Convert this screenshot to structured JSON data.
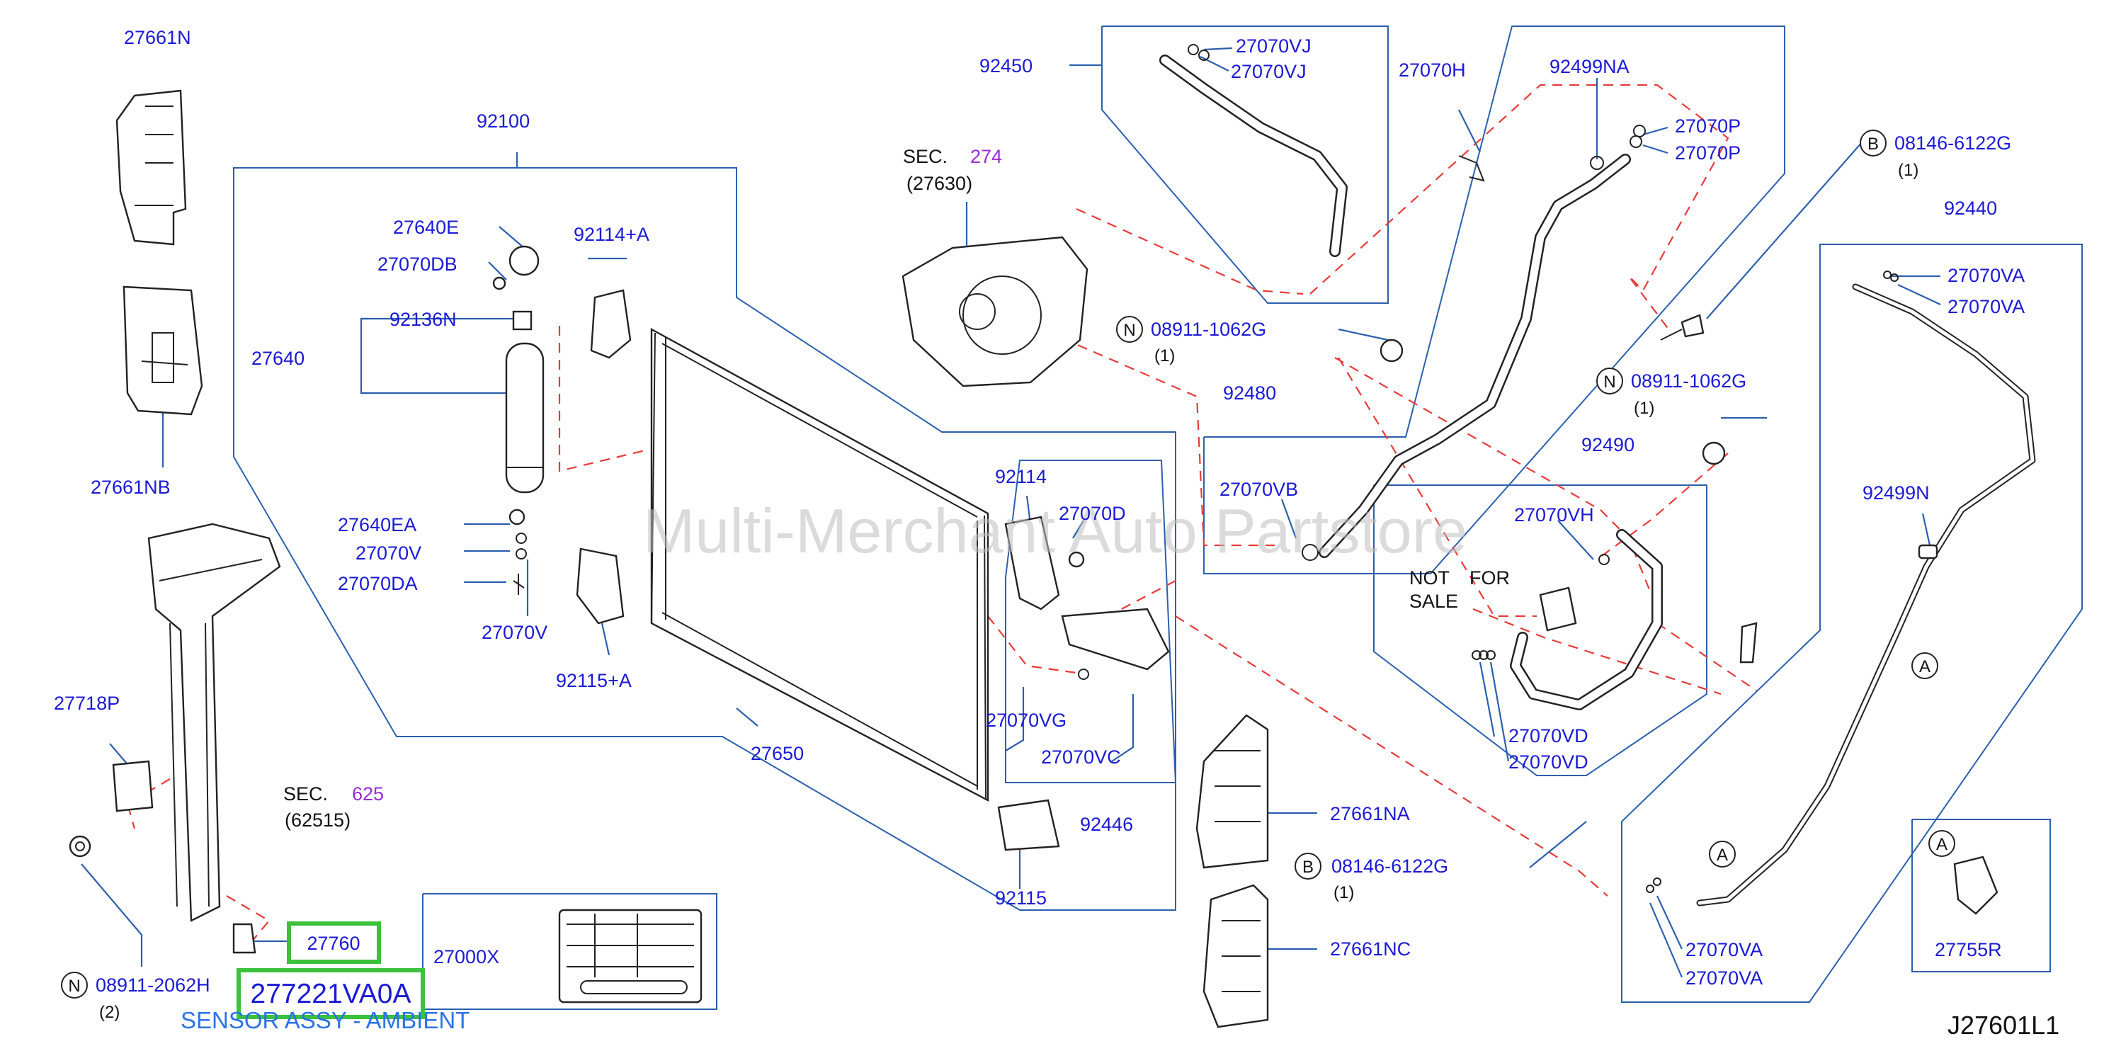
{
  "watermark": "Multi-Merchant Auto Partstore",
  "diagram_code": "J27601L1",
  "highlight": {
    "part_number": "27760",
    "oem_number": "277221VA0A",
    "description": "SENSOR ASSY - AMBIENT"
  },
  "sections": {
    "sec274": {
      "prefix": "SEC.",
      "number": "274",
      "ref": "(27630)"
    },
    "sec625": {
      "prefix": "SEC.",
      "number": "625",
      "ref": "(62515)"
    }
  },
  "not_for_sale": {
    "line1": "NOT",
    "line1b": "FOR",
    "line2": "SALE"
  },
  "callouts": {
    "c27661N": "27661N",
    "c27661NB": "27661NB",
    "c27718P": "27718P",
    "c08911_2062H": "08911-2062H",
    "c08911_2062H_qty": "(2)",
    "c92100": "92100",
    "c27640E": "27640E",
    "c27070DB": "27070DB",
    "c92114A": "92114+A",
    "c92136N": "92136N",
    "c27640": "27640",
    "c27640EA": "27640EA",
    "c27070V_a": "27070V",
    "c27070DA": "27070DA",
    "c27070V_b": "27070V",
    "c92115A": "92115+A",
    "c27650": "27650",
    "c92114": "92114",
    "c27070D": "27070D",
    "c27070VG": "27070VG",
    "c27070VC": "27070VC",
    "c92446": "92446",
    "c92115": "92115",
    "c27000X": "27000X",
    "c92450": "92450",
    "c27070VJ_a": "27070VJ",
    "c27070VJ_b": "27070VJ",
    "c27070H": "27070H",
    "c92499NA": "92499NA",
    "c27070P_a": "27070P",
    "c27070P_b": "27070P",
    "c08146_a": "08146-6122G",
    "c08146_a_qty": "(1)",
    "c08911_1062G_a": "08911-1062G",
    "c08911_1062G_a_qty": "(1)",
    "c92480": "92480",
    "c27070VB": "27070VB",
    "c08911_1062G_b": "08911-1062G",
    "c08911_1062G_b_qty": "(1)",
    "c92490": "92490",
    "c27070VH": "27070VH",
    "c27070VD_a": "27070VD",
    "c27070VD_b": "27070VD",
    "c92440": "92440",
    "c27070VA_1": "27070VA",
    "c27070VA_2": "27070VA",
    "c92499N": "92499N",
    "c27661NA": "27661NA",
    "c08146_b": "08146-6122G",
    "c08146_b_qty": "(1)",
    "c27661NC": "27661NC",
    "c27070VA_3": "27070VA",
    "c27070VA_4": "27070VA",
    "c27755R": "27755R"
  },
  "circle_letters": {
    "n1": "N",
    "n2": "N",
    "n3": "N",
    "b1": "B",
    "b2": "B",
    "a1": "A",
    "a2": "A",
    "a3": "A"
  },
  "colors": {
    "callout_text": "#1a1ad6",
    "leader_line": "#2b5fae",
    "dashed_line": "#e83a3a",
    "section_number": "#9a2bd6",
    "highlight_box": "#3cc13c",
    "description_text": "#2a73e8"
  }
}
